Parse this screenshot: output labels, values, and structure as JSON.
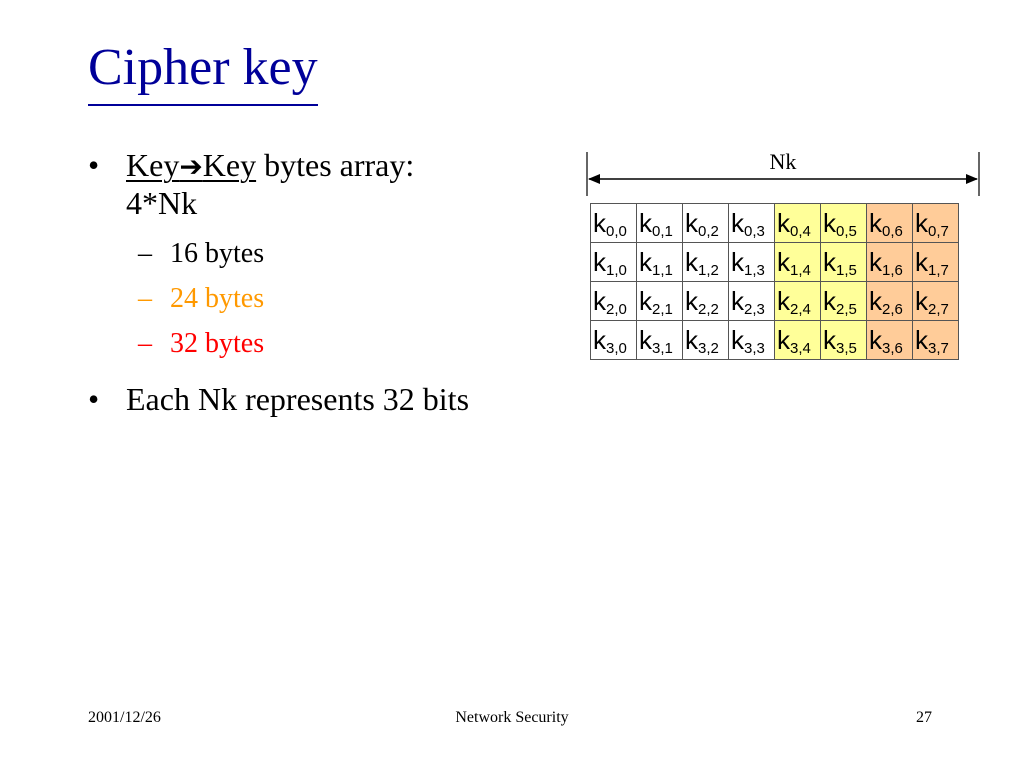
{
  "title": "Cipher key",
  "bullets": {
    "b1": {
      "bullet": "•",
      "underlined_left": "Key",
      "arrow": "➔",
      "underlined_right": "Key",
      "rest": " bytes array:",
      "line2": "4*Nk",
      "subitems": [
        {
          "dash": "–",
          "text": "16 bytes",
          "color": "#000000"
        },
        {
          "dash": "–",
          "text": "24 bytes",
          "color": "#ff9900"
        },
        {
          "dash": "–",
          "text": "32 bytes",
          "color": "#ff0000"
        }
      ]
    },
    "b2": {
      "bullet": "•",
      "text": "Each Nk represents 32 bits"
    }
  },
  "diagram": {
    "span_label": "Nk",
    "cell_symbol": "k",
    "rows": [
      [
        "0,0",
        "0,1",
        "0,2",
        "0,3",
        "0,4",
        "0,5",
        "0,6",
        "0,7"
      ],
      [
        "1,0",
        "1,1",
        "1,2",
        "1,3",
        "1,4",
        "1,5",
        "1,6",
        "1,7"
      ],
      [
        "2,0",
        "2,1",
        "2,2",
        "2,3",
        "2,4",
        "2,5",
        "2,6",
        "2,7"
      ],
      [
        "3,0",
        "3,1",
        "3,2",
        "3,3",
        "3,4",
        "3,5",
        "3,6",
        "3,7"
      ]
    ],
    "column_fills": [
      "#ffffff",
      "#ffffff",
      "#ffffff",
      "#ffffff",
      "#ffff99",
      "#ffff99",
      "#ffcc99",
      "#ffcc99"
    ]
  },
  "footer": {
    "date": "2001/12/26",
    "center": "Network Security",
    "page": "27"
  }
}
